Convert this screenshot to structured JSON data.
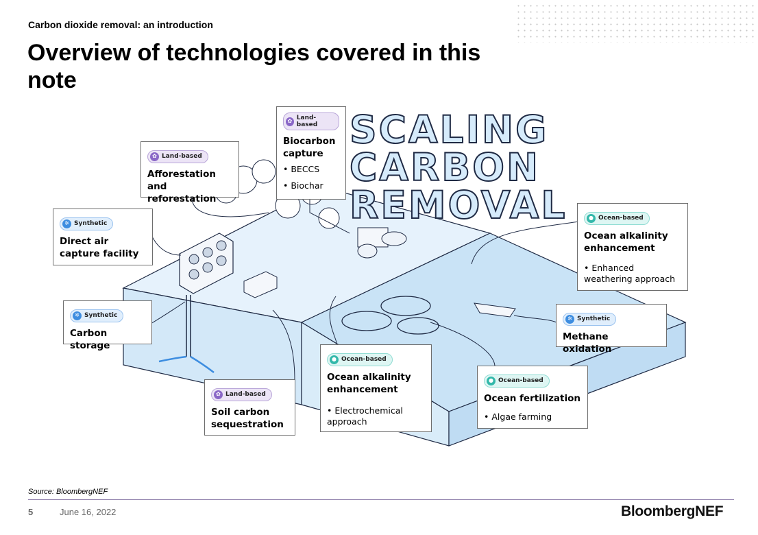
{
  "header": {
    "subtitle": "Carbon dioxide removal: an introduction",
    "title": "Overview of technologies covered in this note"
  },
  "headline": [
    "SCALING",
    "CARBON",
    "REMOVAL"
  ],
  "colors": {
    "land": "#8a67c7",
    "synthetic": "#3d8de0",
    "ocean": "#33b8aa",
    "water": "#cfe7f8"
  },
  "cards": [
    {
      "id": "afforestation",
      "badge": "Land-based",
      "kind": "land",
      "icon": "leaf-icon",
      "title": "Afforestation and reforestation",
      "bullets": []
    },
    {
      "id": "biocarbon",
      "badge": "Land-based",
      "kind": "land",
      "icon": "leaf-icon",
      "title": "Biocarbon capture",
      "bullets": [
        "BECCS",
        "Biochar"
      ]
    },
    {
      "id": "dac",
      "badge": "Synthetic",
      "kind": "syn",
      "icon": "molecule-icon",
      "title": "Direct air capture facility",
      "bullets": []
    },
    {
      "id": "storage",
      "badge": "Synthetic",
      "kind": "syn",
      "icon": "molecule-icon",
      "title": "Carbon storage",
      "bullets": []
    },
    {
      "id": "soil",
      "badge": "Land-based",
      "kind": "land",
      "icon": "leaf-icon",
      "title": "Soil carbon sequestration",
      "bullets": []
    },
    {
      "id": "oae-electro",
      "badge": "Ocean-based",
      "kind": "ocean",
      "icon": "droplet-icon",
      "title": "Ocean alkalinity enhancement",
      "bullets": [
        "Electrochemical approach"
      ]
    },
    {
      "id": "fertilization",
      "badge": "Ocean-based",
      "kind": "ocean",
      "icon": "droplet-icon",
      "title": "Ocean fertilization",
      "bullets": [
        "Algae farming"
      ]
    },
    {
      "id": "oae-weathering",
      "badge": "Ocean-based",
      "kind": "ocean",
      "icon": "droplet-icon",
      "title": "Ocean alkalinity enhancement",
      "bullets": [
        "Enhanced weathering approach"
      ]
    },
    {
      "id": "methane",
      "badge": "Synthetic",
      "kind": "syn",
      "icon": "molecule-icon",
      "title": "Methane oxidation",
      "bullets": []
    }
  ],
  "footer": {
    "source": "Source: BloombergNEF",
    "page": "5",
    "date": "June 16, 2022",
    "brand": "BloombergNEF"
  }
}
